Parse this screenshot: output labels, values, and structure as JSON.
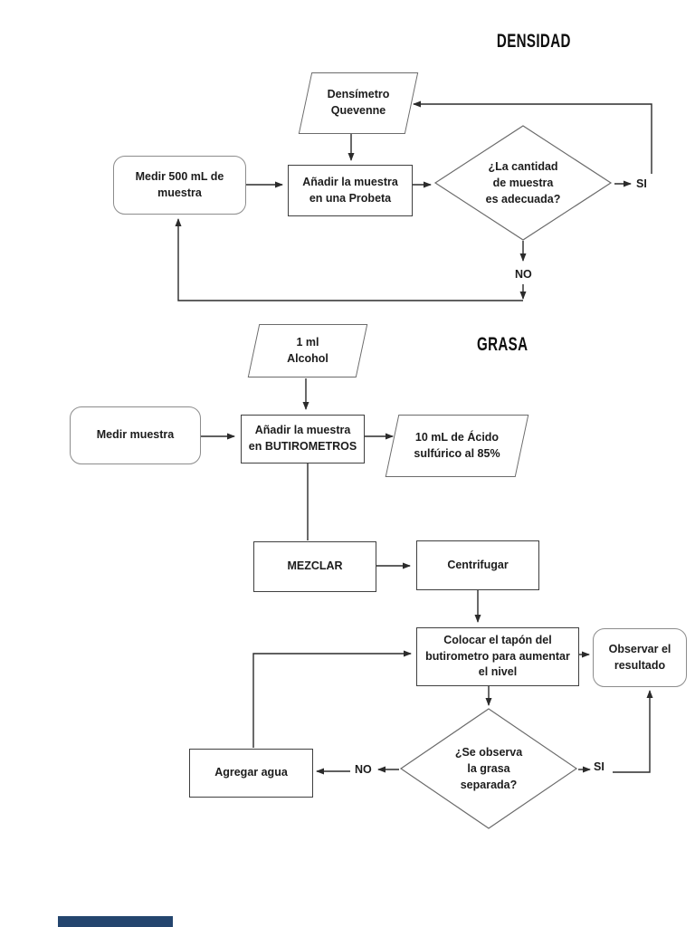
{
  "page": {
    "background_color": "#ffffff",
    "footer_bar_color": "#24456e",
    "stroke_color": "#2b2b2b",
    "text_color": "#1c1c1c"
  },
  "sections": {
    "densidad": {
      "title": "DENSIDAD",
      "densimetro_label": "Densímetro\nQuevenne",
      "medir_label": "Medir 500 mL de\nmuestra",
      "anadir_label": "Añadir la muestra\nen una Probeta",
      "decision_label": "¿La cantidad\nde muestra\nes adecuada?",
      "si_label": "SI",
      "no_label": "NO"
    },
    "grasa": {
      "title": "GRASA",
      "alcohol_label": "1 ml\nAlcohol",
      "medir_label": "Medir muestra",
      "anadir_label": "Añadir la muestra\nen BUTIROMETROS",
      "acido_label": "10 mL de Ácido\nsulfúrico al 85%",
      "mezclar_label": "MEZCLAR",
      "centrifugar_label": "Centrifugar",
      "colocar_label": "Colocar el tapón del\nbutirometro para aumentar\nel nivel",
      "observar_label": "Observar el\nresultado",
      "decision_label": "¿Se observa\nla grasa\nseparada?",
      "si_label": "SI",
      "no_label": "NO"
    }
  }
}
